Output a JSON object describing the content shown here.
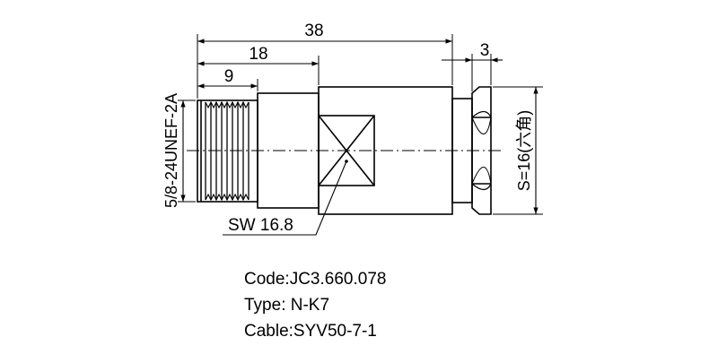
{
  "dimensions": {
    "overall_length": "38",
    "body_length": "18",
    "thread_length": "9",
    "nut_thickness": "3",
    "thread_spec": "5/8-24UNEF-2A",
    "hex_size": "S=16(六角)",
    "wrench_flat": "SW 16.8"
  },
  "info": {
    "code": "Code:JC3.660.078",
    "type": "Type: N-K7",
    "cable": "Cable:SYV50-7-1"
  }
}
